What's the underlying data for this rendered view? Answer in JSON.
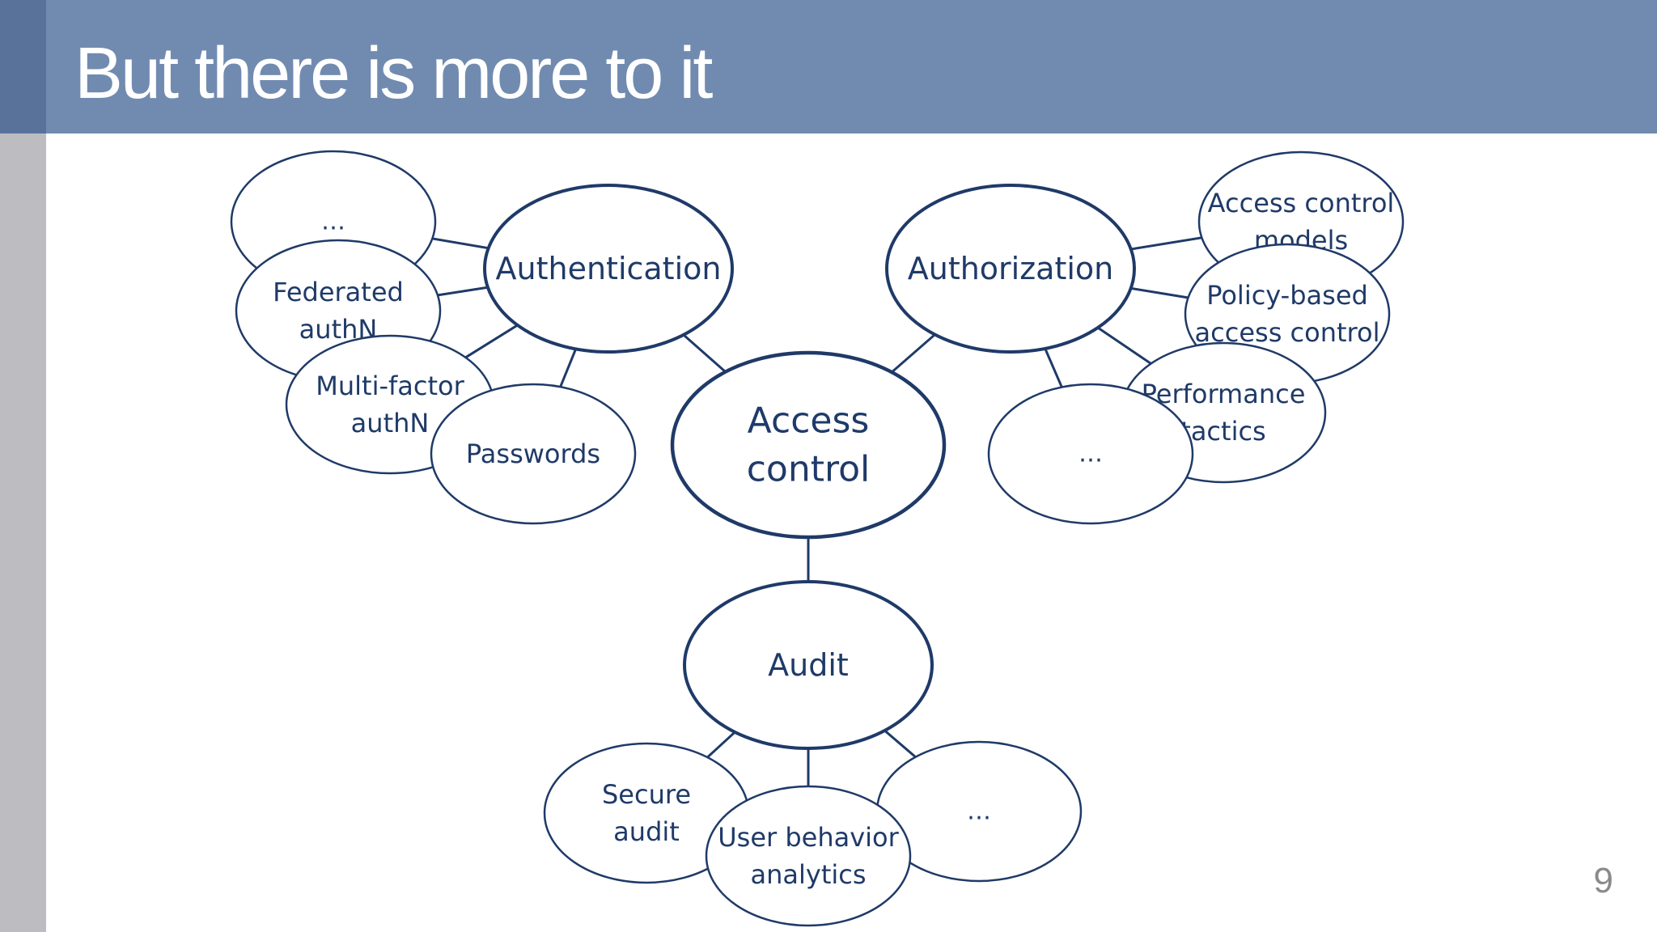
{
  "slide": {
    "title": "But there is more to it",
    "page_number": "9"
  },
  "colors": {
    "title_bar": "#718bb0",
    "left_bar": "#bdbdc1",
    "left_bar_top": "#58729a",
    "node_stroke": "#1f3a68",
    "text": "#1f3a68"
  },
  "diagram": {
    "nodes": {
      "access_control": {
        "lines": [
          "Access",
          "control"
        ]
      },
      "authentication": {
        "lines": [
          "Authentication"
        ]
      },
      "authorization": {
        "lines": [
          "Authorization"
        ]
      },
      "audit": {
        "lines": [
          "Audit"
        ]
      },
      "authn_more": {
        "lines": [
          "…"
        ]
      },
      "federated_authn": {
        "lines": [
          "Federated",
          "authN"
        ]
      },
      "multi_factor_authn": {
        "lines": [
          "Multi-factor",
          "authN"
        ]
      },
      "passwords": {
        "lines": [
          "Passwords"
        ]
      },
      "access_control_models": {
        "lines": [
          "Access control",
          "models"
        ]
      },
      "policy_based_access_control": {
        "lines": [
          "Policy-based",
          "access control"
        ]
      },
      "performance_tactics": {
        "lines": [
          "Performance",
          "tactics"
        ]
      },
      "authz_more": {
        "lines": [
          "…"
        ]
      },
      "secure_audit": {
        "lines": [
          "Secure",
          "audit"
        ]
      },
      "user_behavior_analytics": {
        "lines": [
          "User behavior",
          "analytics"
        ]
      },
      "audit_more": {
        "lines": [
          "…"
        ]
      }
    },
    "edges": [
      [
        "access_control",
        "authentication"
      ],
      [
        "access_control",
        "authorization"
      ],
      [
        "access_control",
        "audit"
      ],
      [
        "authentication",
        "authn_more"
      ],
      [
        "authentication",
        "federated_authn"
      ],
      [
        "authentication",
        "multi_factor_authn"
      ],
      [
        "authentication",
        "passwords"
      ],
      [
        "authorization",
        "access_control_models"
      ],
      [
        "authorization",
        "policy_based_access_control"
      ],
      [
        "authorization",
        "performance_tactics"
      ],
      [
        "authorization",
        "authz_more"
      ],
      [
        "audit",
        "secure_audit"
      ],
      [
        "audit",
        "user_behavior_analytics"
      ],
      [
        "audit",
        "audit_more"
      ]
    ]
  }
}
